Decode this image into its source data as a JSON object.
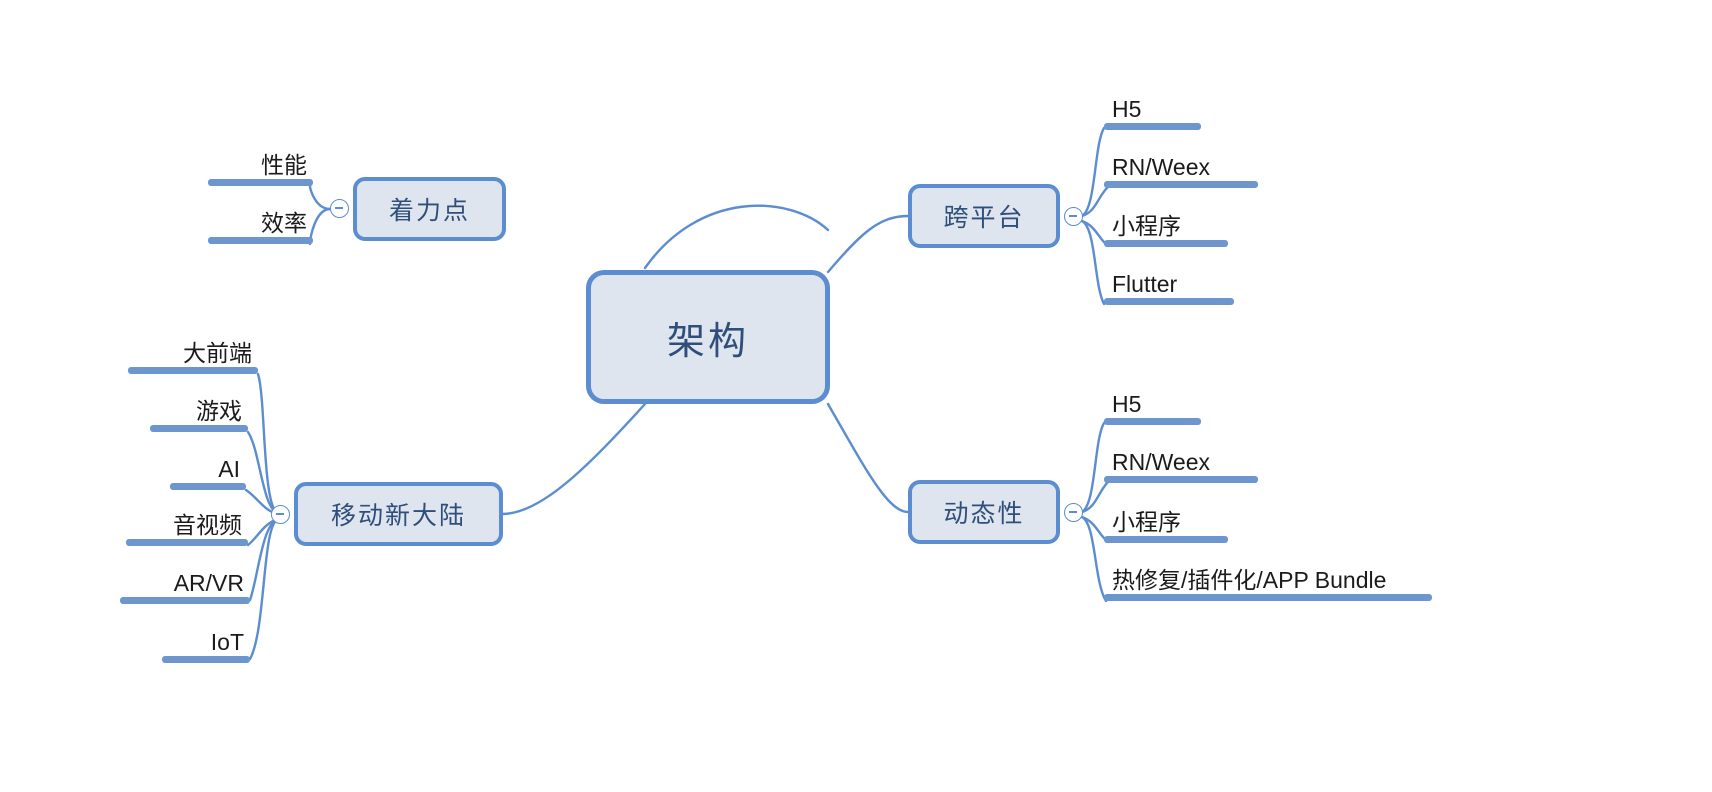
{
  "diagram": {
    "type": "mind-map",
    "title": "架构",
    "colors": {
      "node_fill": "#dee5ef",
      "node_border": "#5b8dd0",
      "edge": "#5b8dd0",
      "leaf_bar": "#6d96cf",
      "node_text": "#2f4f7a",
      "leaf_text": "#1b1b1b",
      "background": "#ffffff"
    }
  },
  "root": {
    "label": "架构"
  },
  "branches": [
    {
      "id": "zhulidian",
      "label": "着力点",
      "side": "left",
      "toggle": "collapse-minus",
      "children": [
        {
          "label": "性能"
        },
        {
          "label": "效率"
        }
      ]
    },
    {
      "id": "yidongxindalu",
      "label": "移动新大陆",
      "side": "left",
      "toggle": "collapse-minus",
      "children": [
        {
          "label": "大前端"
        },
        {
          "label": "游戏"
        },
        {
          "label": "AI"
        },
        {
          "label": "音视频"
        },
        {
          "label": "AR/VR"
        },
        {
          "label": "IoT"
        }
      ]
    },
    {
      "id": "kuapingtai",
      "label": "跨平台",
      "side": "right",
      "toggle": "collapse-minus",
      "children": [
        {
          "label": "H5"
        },
        {
          "label": "RN/Weex"
        },
        {
          "label": "小程序"
        },
        {
          "label": "Flutter"
        }
      ]
    },
    {
      "id": "dongtaixing",
      "label": "动态性",
      "side": "right",
      "toggle": "collapse-minus",
      "children": [
        {
          "label": "H5"
        },
        {
          "label": "RN/Weex"
        },
        {
          "label": "小程序"
        },
        {
          "label": "热修复/插件化/APP Bundle"
        }
      ]
    }
  ]
}
